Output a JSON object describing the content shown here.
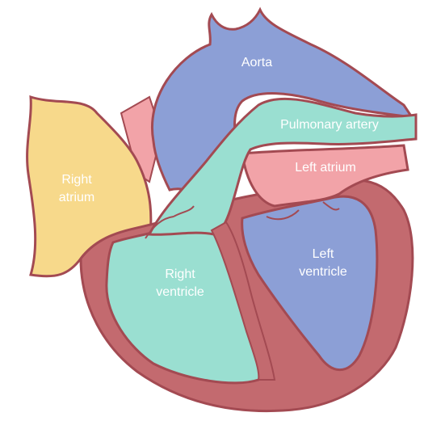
{
  "labels": {
    "aorta": "Aorta",
    "pulmonary_artery": "Pulmonary artery",
    "left_atrium": "Left atrium",
    "right_atrium_line1": "Right",
    "right_atrium_line2": "atrium",
    "left_ventricle_line1": "Left",
    "left_ventricle_line2": "ventricle",
    "right_ventricle_line1": "Right",
    "right_ventricle_line2": "ventricle"
  },
  "colors": {
    "muscle": "#c36a6f",
    "outline": "#a34a52",
    "aorta_blue": "#8c9fd6",
    "left_ventricle_blue": "#8c9fd6",
    "pulmonary_teal": "#9adfd1",
    "right_ventricle_teal": "#9adfd1",
    "right_atrium_yellow": "#f7d98b",
    "left_atrium_pink": "#f2a3a8",
    "lung_pink": "#f2a3a8"
  }
}
